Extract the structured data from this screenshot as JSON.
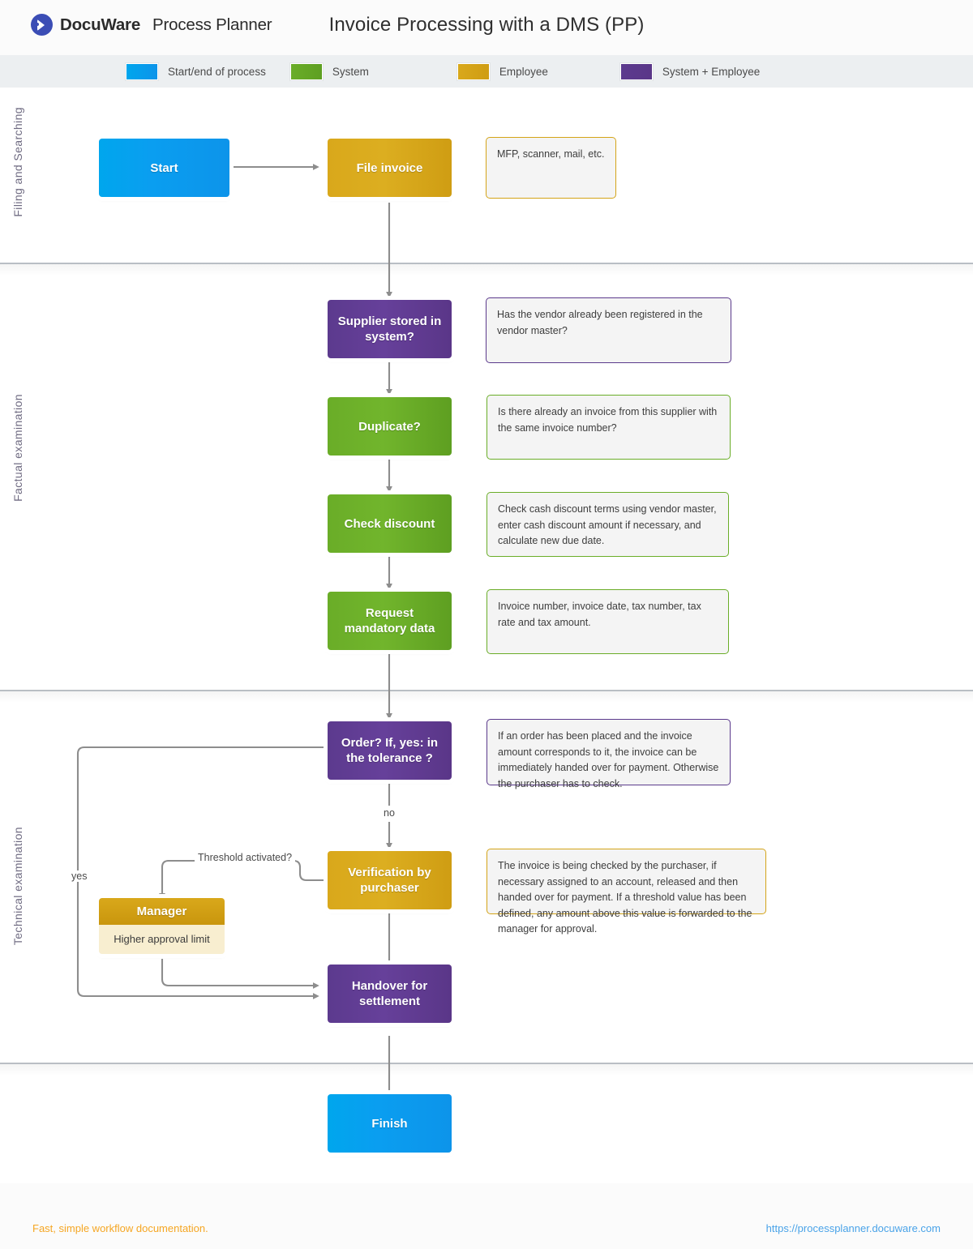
{
  "header": {
    "brand_bold": "DocuWare",
    "brand_regular": "Process Planner",
    "title": "Invoice Processing with a DMS (PP)",
    "logo_icon": "docuware-logo-icon"
  },
  "legend": {
    "items": [
      {
        "label": "Start/end of process",
        "color": "#00a6ed"
      },
      {
        "label": "System",
        "color": "#6aad28"
      },
      {
        "label": "Employee",
        "color": "#d9a81b"
      },
      {
        "label": "System + Employee",
        "color": "#5c3a8e"
      }
    ]
  },
  "bands": [
    {
      "label": "Filing and Searching"
    },
    {
      "label": "Factual examination"
    },
    {
      "label": "Technical examination"
    }
  ],
  "nodes": {
    "start": "Start",
    "file_invoice": "File invoice",
    "supplier_stored": "Supplier stored in system?",
    "duplicate": "Duplicate?",
    "check_discount": "Check discount",
    "request_mandatory": "Request mandatory data",
    "order_tolerance": "Order? If, yes: in the tolerance ?",
    "verification_purchaser": "Verification by purchaser",
    "handover_settlement": "Handover for settlement",
    "finish": "Finish",
    "manager_title": "Manager",
    "manager_subtitle": "Higher approval limit"
  },
  "notes": {
    "file_invoice": "MFP, scanner, mail, etc.",
    "supplier_stored": "Has the vendor already been registered in the vendor master?",
    "duplicate": "Is there already an invoice from this supplier with the same invoice number?",
    "check_discount": "Check cash discount terms using vendor master, enter cash discount amount if necessary, and calculate new due date.",
    "request_mandatory": "Invoice number, invoice date, tax number, tax rate and tax amount.",
    "order_tolerance": "If an order has been placed and the invoice amount corresponds to it, the invoice can be immediately handed over for payment. Otherwise the purchaser has to check.",
    "verification_purchaser": "The invoice is being checked by the purchaser, if necessary assigned to an account, released and then handed over for payment. If a threshold value has been defined, any amount above this value is forwarded to the manager for approval."
  },
  "edge_labels": {
    "no": "no",
    "yes": "yes",
    "threshold": "Threshold activated?"
  },
  "footer": {
    "tagline": "Fast, simple workflow documentation.",
    "url": "https://processplanner.docuware.com"
  }
}
